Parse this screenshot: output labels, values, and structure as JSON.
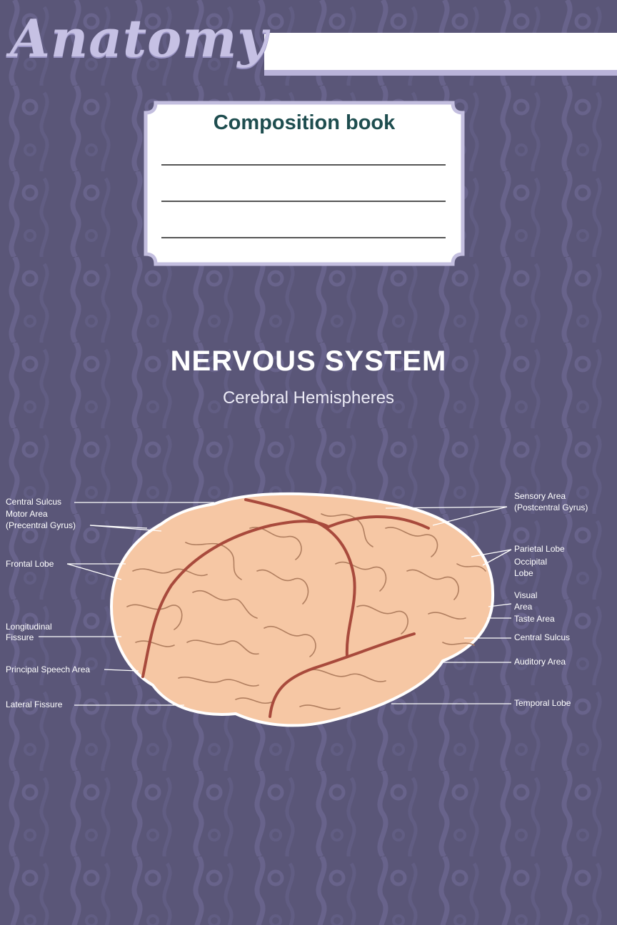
{
  "cover": {
    "brand": "Anatomy",
    "box_title": "Composition book",
    "title": "NERVOUS SYSTEM",
    "subtitle": "Cerebral Hemispheres",
    "colors": {
      "background": "#5a5678",
      "pattern": "#645f86",
      "band": "#ffffff",
      "brand_text": "#c6c1e4",
      "box_title": "#1e4d4f",
      "brain_fill": "#f6c7a4",
      "fissure": "#a84a3c"
    }
  },
  "diagram": {
    "labels_left": {
      "central_sulcus": "Central Sulcus",
      "motor_area_1": "Motor Area",
      "motor_area_2": "(Precentral Gyrus)",
      "frontal_lobe": "Frontal Lobe",
      "longitudinal_1": "Longitudinal",
      "longitudinal_2": "Fissure",
      "speech_area": "Principal Speech Area",
      "lateral_fissure": "Lateral Fissure"
    },
    "labels_right": {
      "sensory_1": "Sensory Area",
      "sensory_2": "(Postcentral Gyrus)",
      "parietal": "Parietal Lobe",
      "occipital_1": "Occipital",
      "occipital_2": "Lobe",
      "visual_1": "Visual",
      "visual_2": "Area",
      "taste": "Taste Area",
      "central_sulcus": "Central Sulcus",
      "auditory": "Auditory Area",
      "temporal": "Temporal Lobe"
    }
  }
}
